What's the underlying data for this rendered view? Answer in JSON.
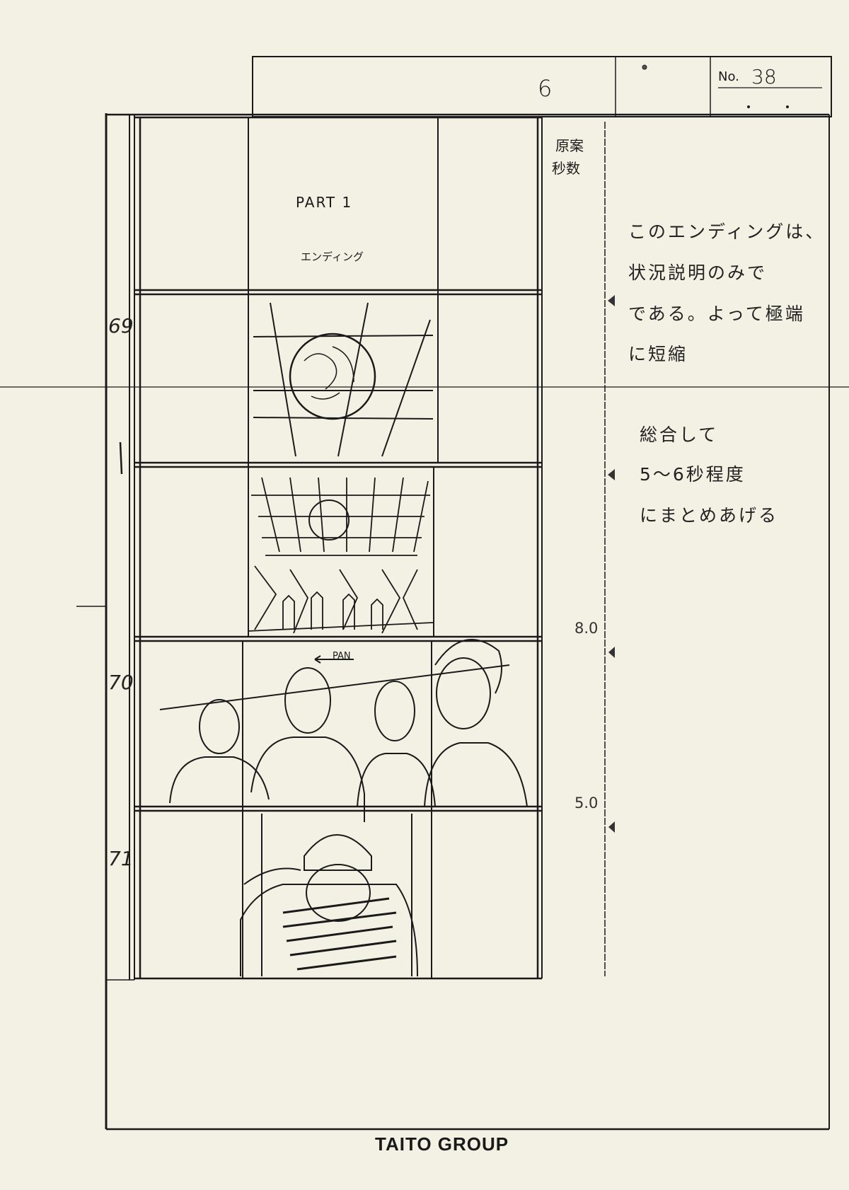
{
  "header": {
    "cut_page": "6",
    "number_label": "No.",
    "number_value": "38"
  },
  "time_column": {
    "heading_line1": "原案",
    "heading_line2": "秒数",
    "times": [
      "8.0",
      "5.0"
    ]
  },
  "scenes": [
    {
      "number": "69"
    },
    {
      "number": "70"
    },
    {
      "number": "71"
    }
  ],
  "panels": {
    "title_line1": "PART 1",
    "title_line2": "エンディング",
    "camera_direction": "PAN"
  },
  "notes": {
    "block1": [
      "このエンディングは、",
      "状況説明のみで",
      "である。よって極端",
      "に短縮"
    ],
    "block2": [
      "総合して",
      "5〜6秒程度",
      "にまとめあげる"
    ]
  },
  "footer": {
    "company": "TAITO GROUP"
  }
}
